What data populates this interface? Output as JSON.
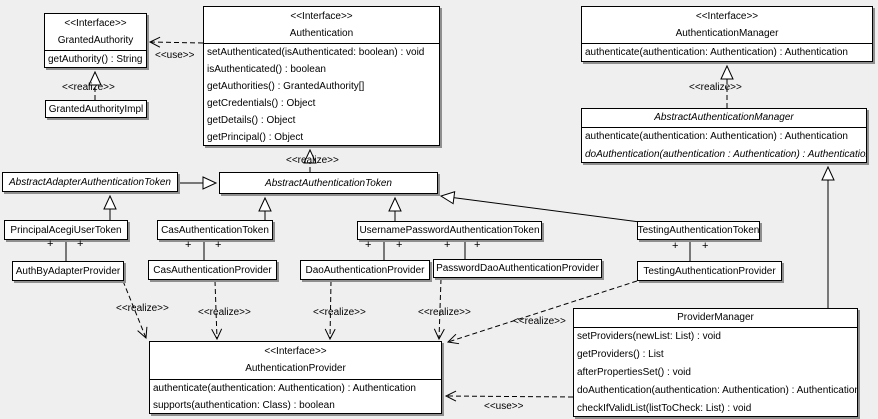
{
  "labels": {
    "realize": "<<realize>>",
    "use": "<<use>>",
    "plus": "+"
  },
  "colors": {
    "background": "#efefef",
    "box_fill": "#ffffff",
    "line": "#000000",
    "shadow": "#8f8f8f"
  },
  "classes": {
    "granted_authority": {
      "stereotype": "<<Interface>>",
      "name": "GrantedAuthority",
      "methods": [
        "getAuthority() : String"
      ]
    },
    "granted_authority_impl": {
      "name": "GrantedAuthorityImpl"
    },
    "authentication": {
      "stereotype": "<<Interface>>",
      "name": "Authentication",
      "methods": [
        "setAuthenticated(isAuthenticated: boolean) : void",
        "isAuthenticated() : boolean",
        "getAuthorities() : GrantedAuthority[]",
        "getCredentials() : Object",
        "getDetails() : Object",
        "getPrincipal() : Object"
      ]
    },
    "authentication_manager": {
      "stereotype": "<<Interface>>",
      "name": "AuthenticationManager",
      "methods": [
        "authenticate(authentication: Authentication) : Authentication"
      ]
    },
    "abstract_authentication_manager": {
      "name": "AbstractAuthenticationManager",
      "abstract": true,
      "methods": [
        "authenticate(authentication: Authentication) : Authentication",
        "doAuthentication(authentication : Authentication) : Authentication"
      ]
    },
    "abstract_adapter_authentication_token": {
      "name": "AbstractAdapterAuthenticationToken",
      "abstract": true
    },
    "abstract_authentication_token": {
      "name": "AbstractAuthenticationToken",
      "abstract": true
    },
    "principal_acegi_user_token": {
      "name": "PrincipalAcegiUserToken"
    },
    "cas_authentication_token": {
      "name": "CasAuthenticationToken"
    },
    "username_password_authentication_token": {
      "name": "UsernamePasswordAuthenticationToken"
    },
    "testing_authentication_token": {
      "name": "TestingAuthenticationToken"
    },
    "auth_by_adapter_provider": {
      "name": "AuthByAdapterProvider"
    },
    "cas_authentication_provider": {
      "name": "CasAuthenticationProvider"
    },
    "dao_authentication_provider": {
      "name": "DaoAuthenticationProvider"
    },
    "password_dao_authentication_provider": {
      "name": "PasswordDaoAuthenticationProvider"
    },
    "testing_authentication_provider": {
      "name": "TestingAuthenticationProvider"
    },
    "authentication_provider": {
      "stereotype": "<<Interface>>",
      "name": "AuthenticationProvider",
      "methods": [
        "authenticate(authentication: Authentication) : Authentication",
        "supports(authentication: Class) : boolean"
      ]
    },
    "provider_manager": {
      "name": "ProviderManager",
      "methods": [
        "setProviders(newList: List) : void",
        "getProviders() : List",
        "afterPropertiesSet() : void",
        "doAuthentication(authentication: Authentication) : Authentication",
        "checkIfValidList(listToCheck: List) : void"
      ]
    }
  },
  "relationships": [
    {
      "type": "realization",
      "from": "GrantedAuthorityImpl",
      "to": "GrantedAuthority",
      "label": "<<realize>>"
    },
    {
      "type": "dependency",
      "from": "Authentication",
      "to": "GrantedAuthority",
      "label": "<<use>>"
    },
    {
      "type": "realization",
      "from": "AbstractAuthenticationToken",
      "to": "Authentication",
      "label": "<<realize>>"
    },
    {
      "type": "realization",
      "from": "AbstractAuthenticationManager",
      "to": "AuthenticationManager",
      "label": "<<realize>>"
    },
    {
      "type": "generalization",
      "from": "AbstractAdapterAuthenticationToken",
      "to": "AbstractAuthenticationToken"
    },
    {
      "type": "generalization",
      "from": "PrincipalAcegiUserToken",
      "to": "AbstractAdapterAuthenticationToken"
    },
    {
      "type": "generalization",
      "from": "CasAuthenticationToken",
      "to": "AbstractAuthenticationToken"
    },
    {
      "type": "generalization",
      "from": "UsernamePasswordAuthenticationToken",
      "to": "AbstractAuthenticationToken"
    },
    {
      "type": "generalization",
      "from": "TestingAuthenticationToken",
      "to": "AbstractAuthenticationToken"
    },
    {
      "type": "generalization",
      "from": "ProviderManager",
      "to": "AbstractAuthenticationManager"
    },
    {
      "type": "association",
      "from": "PrincipalAcegiUserToken",
      "to": "AuthByAdapterProvider",
      "end_labels": [
        "+",
        "+"
      ]
    },
    {
      "type": "association",
      "from": "CasAuthenticationToken",
      "to": "CasAuthenticationProvider",
      "end_labels": [
        "+",
        "+"
      ]
    },
    {
      "type": "association",
      "from": "UsernamePasswordAuthenticationToken",
      "to": "DaoAuthenticationProvider",
      "end_labels": [
        "+",
        "+"
      ]
    },
    {
      "type": "association",
      "from": "UsernamePasswordAuthenticationToken",
      "to": "PasswordDaoAuthenticationProvider",
      "end_labels": [
        "+",
        "+"
      ]
    },
    {
      "type": "association",
      "from": "TestingAuthenticationToken",
      "to": "TestingAuthenticationProvider",
      "end_labels": [
        "+",
        "+"
      ]
    },
    {
      "type": "realization",
      "from": "AuthByAdapterProvider",
      "to": "AuthenticationProvider",
      "label": "<<realize>>"
    },
    {
      "type": "realization",
      "from": "CasAuthenticationProvider",
      "to": "AuthenticationProvider",
      "label": "<<realize>>"
    },
    {
      "type": "realization",
      "from": "DaoAuthenticationProvider",
      "to": "AuthenticationProvider",
      "label": "<<realize>>"
    },
    {
      "type": "realization",
      "from": "PasswordDaoAuthenticationProvider",
      "to": "AuthenticationProvider",
      "label": "<<realize>>"
    },
    {
      "type": "realization",
      "from": "TestingAuthenticationProvider",
      "to": "AuthenticationProvider",
      "label": "<<realize>>"
    },
    {
      "type": "dependency",
      "from": "ProviderManager",
      "to": "AuthenticationProvider",
      "label": "<<use>>"
    }
  ]
}
